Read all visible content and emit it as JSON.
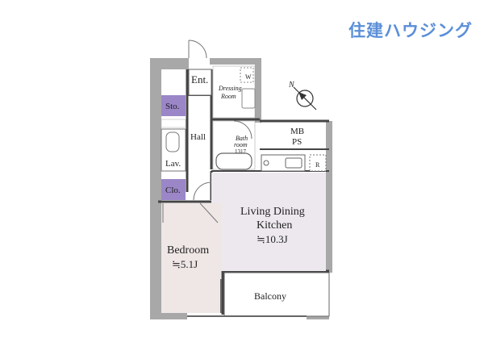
{
  "brand": "住建ハウジング",
  "rooms": {
    "entrance": "Ent.",
    "dressing_line1": "Dressing",
    "dressing_line2": "Room",
    "washer": "W",
    "storage": "Sto.",
    "hall": "Hall",
    "bathroom_line1": "Bath",
    "bathroom_line2": "room",
    "bathroom_size": "1317",
    "lavatory": "Lav.",
    "closet": "Clo.",
    "mbps_line1": "MB",
    "mbps_line2": "PS",
    "refrigerator": "R",
    "ldk_line1": "Living Dining",
    "ldk_line2": "Kitchen",
    "ldk_area": "≒10.3J",
    "bedroom_line1": "Bedroom",
    "bedroom_area": "≒5.1J",
    "balcony": "Balcony"
  },
  "compass": "N",
  "colors": {
    "wall": "#a8a8a8",
    "closet": "#9b86c8",
    "bedroom": "#efe6e6",
    "ldk": "#ede8ee",
    "brand": "#5b8fd8"
  }
}
